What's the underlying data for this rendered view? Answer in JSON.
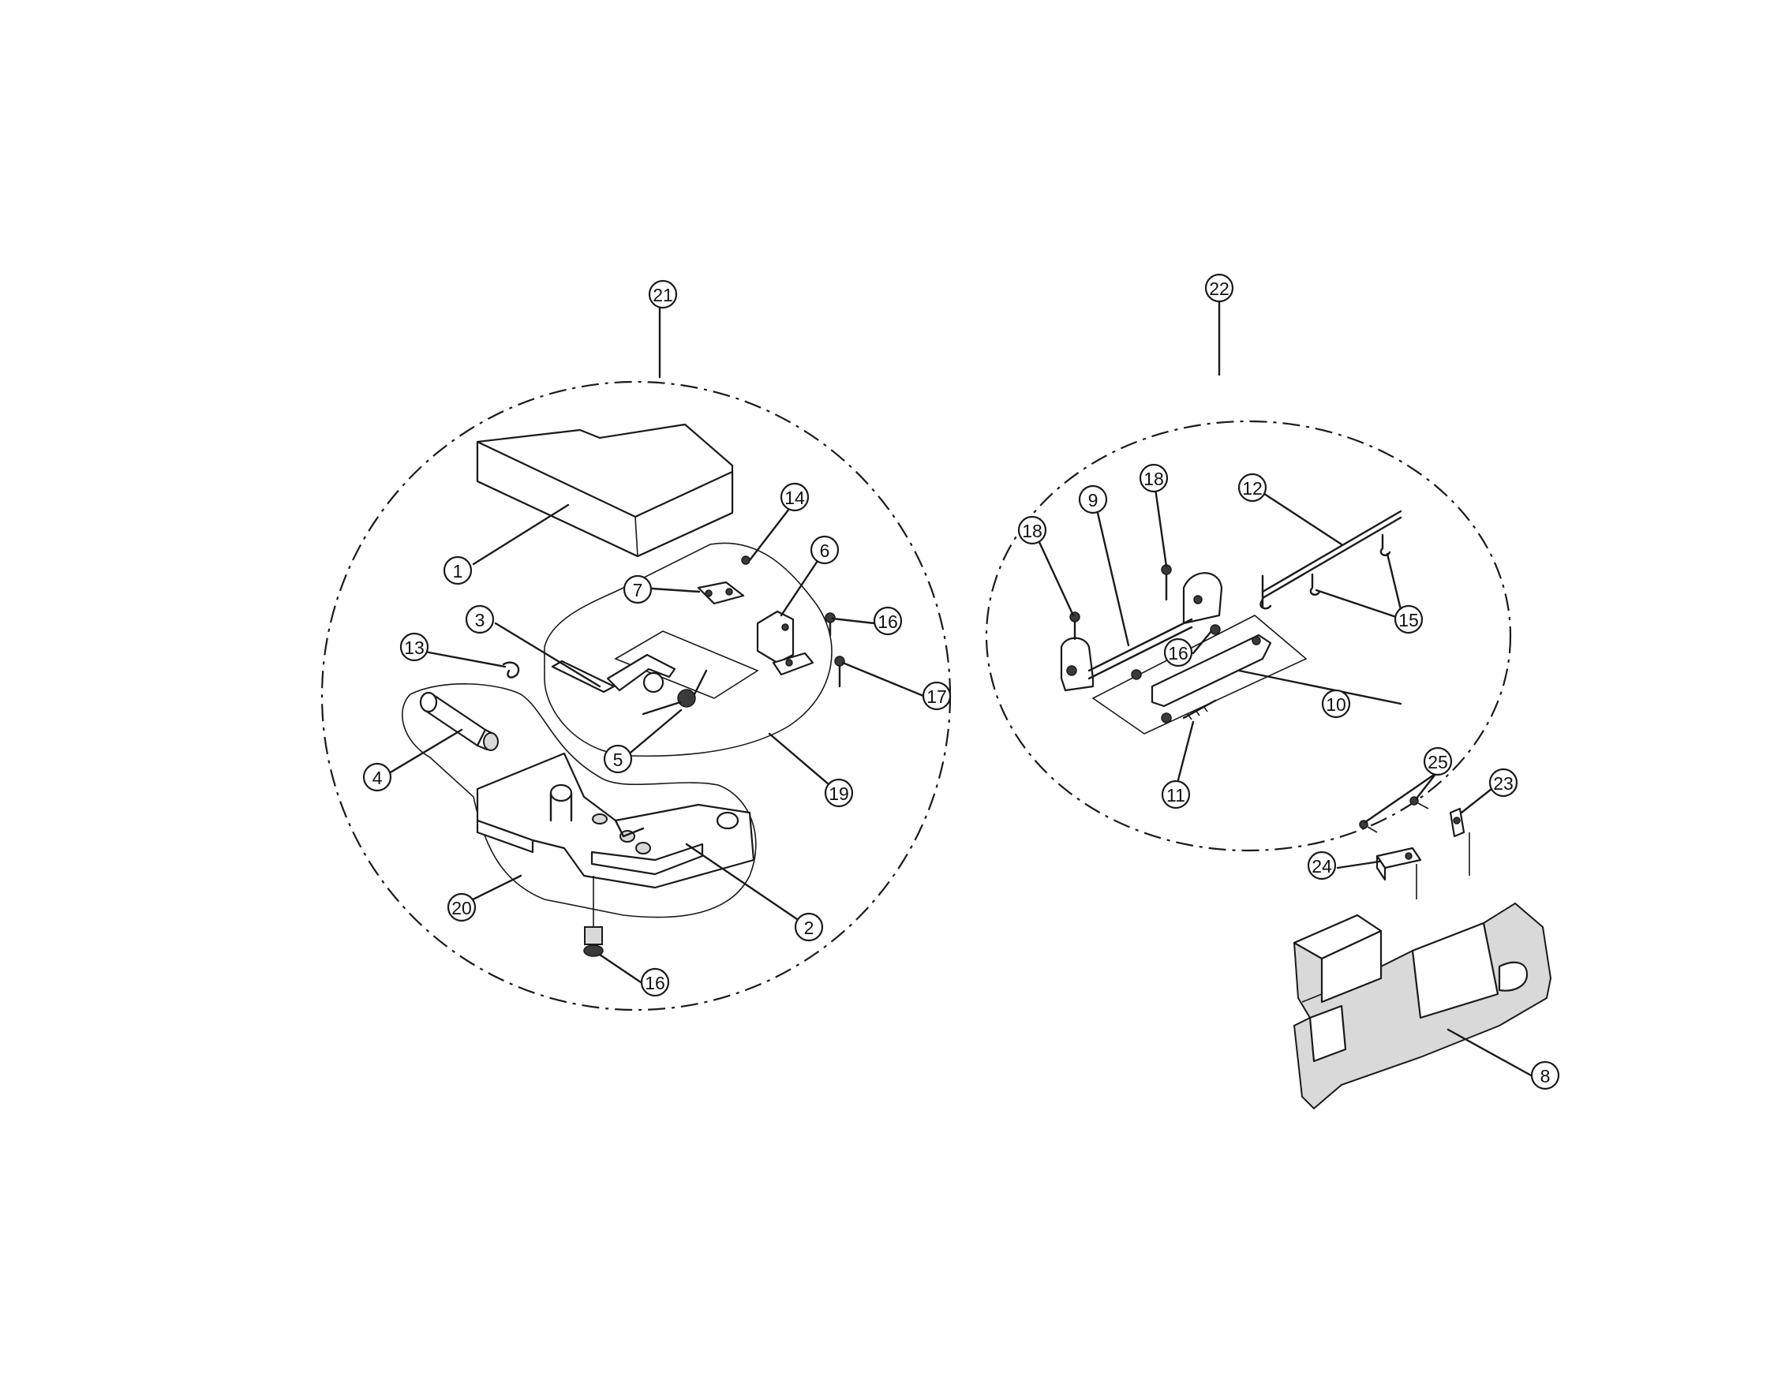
{
  "callouts": {
    "c21": "21",
    "c22": "22",
    "c1": "1",
    "c14": "14",
    "c6": "6",
    "c7": "7",
    "c3": "3",
    "c16a": "16",
    "c13": "13",
    "c17": "17",
    "c4": "4",
    "c5": "5",
    "c19": "19",
    "c20": "20",
    "c2": "2",
    "c16b": "16",
    "c18a": "18",
    "c9": "9",
    "c18b": "18",
    "c12": "12",
    "c16c": "16",
    "c15": "15",
    "c10": "10",
    "c11": "11",
    "c25": "25",
    "c23": "23",
    "c24": "24",
    "c8": "8"
  }
}
